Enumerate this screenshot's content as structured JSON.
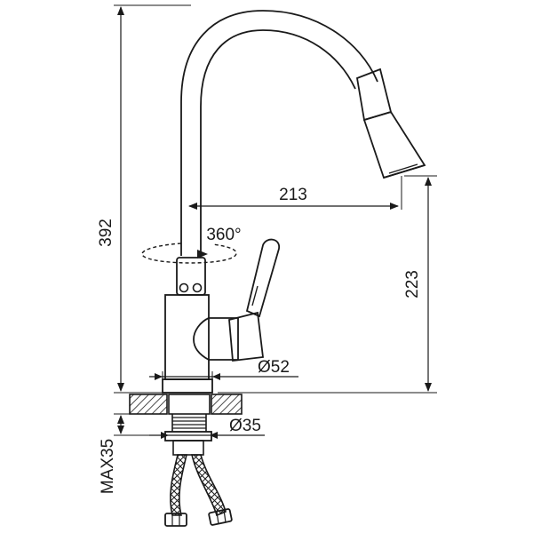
{
  "dimensions": {
    "total_height": "392",
    "spout_reach": "213",
    "spout_height": "223",
    "rotation": "360°",
    "base_diameter": "Ø52",
    "mount_diameter": "Ø35",
    "max_counter_thickness": "MAX35"
  },
  "colors": {
    "line": "#1a1a1a",
    "background": "#ffffff",
    "hatch": "#1a1a1a"
  }
}
